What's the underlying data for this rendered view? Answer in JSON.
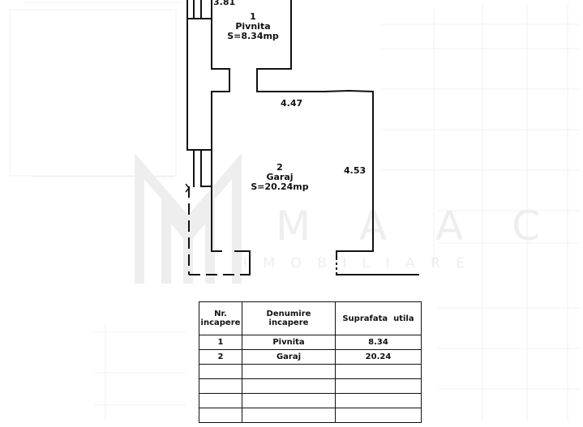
{
  "plan": {
    "dimensions": {
      "top_partial": "3.81",
      "garage_width": "4.47",
      "garage_depth": "4.53"
    },
    "rooms": [
      {
        "nr": "1",
        "name": "Pivnita",
        "area_label": "S=8.34mp"
      },
      {
        "nr": "2",
        "name": "Garaj",
        "area_label": "S=20.24mp"
      }
    ]
  },
  "watermark": {
    "brand": "M A A C",
    "subtitle": "I M O B I L I A R E",
    "color": "#eeeeee"
  },
  "table": {
    "headers": {
      "nr": [
        "Nr.",
        "incapere"
      ],
      "name": [
        "Denumire",
        "incapere"
      ],
      "area": "Suprafata  utila"
    },
    "rows": [
      {
        "nr": "1",
        "name": "Pivnita",
        "area": "8.34"
      },
      {
        "nr": "2",
        "name": "Garaj",
        "area": "20.24"
      },
      {
        "nr": "",
        "name": "",
        "area": ""
      },
      {
        "nr": "",
        "name": "",
        "area": ""
      },
      {
        "nr": "",
        "name": "",
        "area": ""
      },
      {
        "nr": "",
        "name": "",
        "area": ""
      }
    ]
  },
  "colors": {
    "line": "#111111",
    "background": "#ffffff",
    "bleed": "#f1f1f1"
  }
}
